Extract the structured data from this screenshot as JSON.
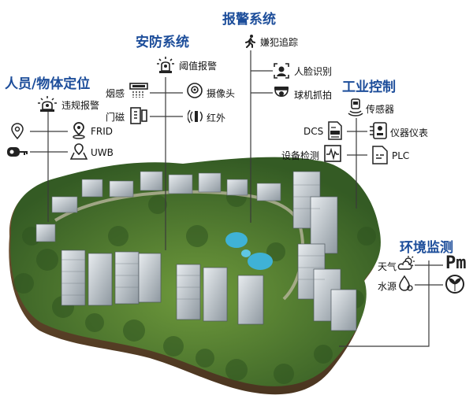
{
  "categories": {
    "alarm": "报警系统",
    "security": "安防系统",
    "positioning": "人员/物体定位",
    "industrial": "工业控制",
    "environment": "环境监测"
  },
  "alarm_items": {
    "suspect_tracking": "嫌犯追踪",
    "face_recognition": "人脸识别",
    "dome_capture": "球机抓拍"
  },
  "security_items": {
    "threshold_alarm": "阈值报警",
    "smoke": "烟感",
    "camera": "摄像头",
    "door_magnet": "门磁",
    "infrared": "红外"
  },
  "positioning_items": {
    "violation_alarm": "违规报警",
    "frid": "FRID",
    "uwb": "UWB"
  },
  "industrial_items": {
    "sensor": "传感器",
    "dcs": "DCS",
    "instruments": "仪器仪表",
    "equipment_detection": "设备检测",
    "plc": "PLC"
  },
  "environment_items": {
    "weather": "天气",
    "water_source": "水源",
    "pm_glyph": "Pm"
  },
  "colors": {
    "category_blue": "#1c4d9a",
    "line": "#444444",
    "icon": "#222222"
  }
}
